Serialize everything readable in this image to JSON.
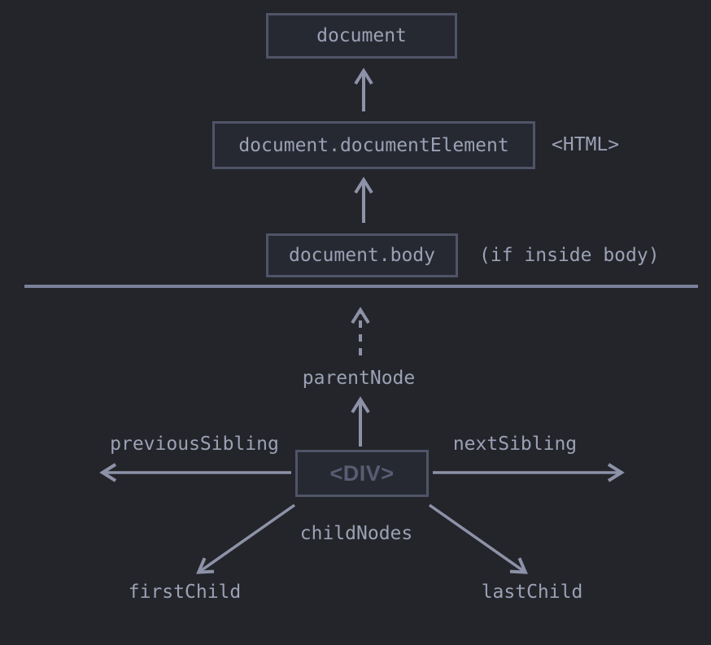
{
  "diagram": {
    "description": "DOM tree navigation links diagram",
    "nodes": {
      "document": "document",
      "document_element": "document.documentElement",
      "document_element_tag": "<HTML>",
      "body": "document.body",
      "body_note": "(if inside body)",
      "div": "<DIV>"
    },
    "relations": {
      "parent_node": "parentNode",
      "previous_sibling": "previousSibling",
      "next_sibling": "nextSibling",
      "child_nodes": "childNodes",
      "first_child": "firstChild",
      "last_child": "lastChild"
    },
    "colors": {
      "background": "#24252a",
      "box_fill": "#272932",
      "box_border": "#4f5468",
      "text": "#9ba1b5",
      "div_text": "#575d72",
      "arrow": "#8d92a8",
      "divider": "#7b819a"
    }
  }
}
